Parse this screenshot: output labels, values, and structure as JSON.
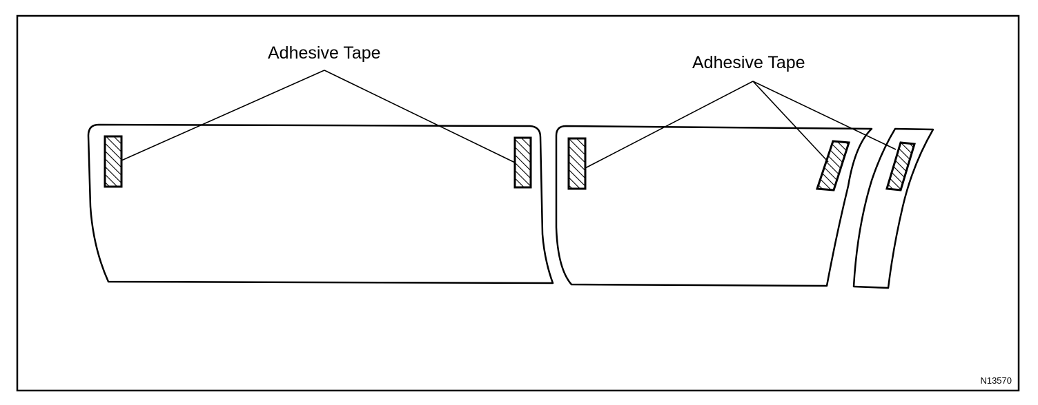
{
  "callouts": {
    "left_label": "Adhesive Tape",
    "right_label": "Adhesive Tape"
  },
  "figure_id": "N13570",
  "colors": {
    "line": "#000000",
    "background": "#ffffff"
  }
}
